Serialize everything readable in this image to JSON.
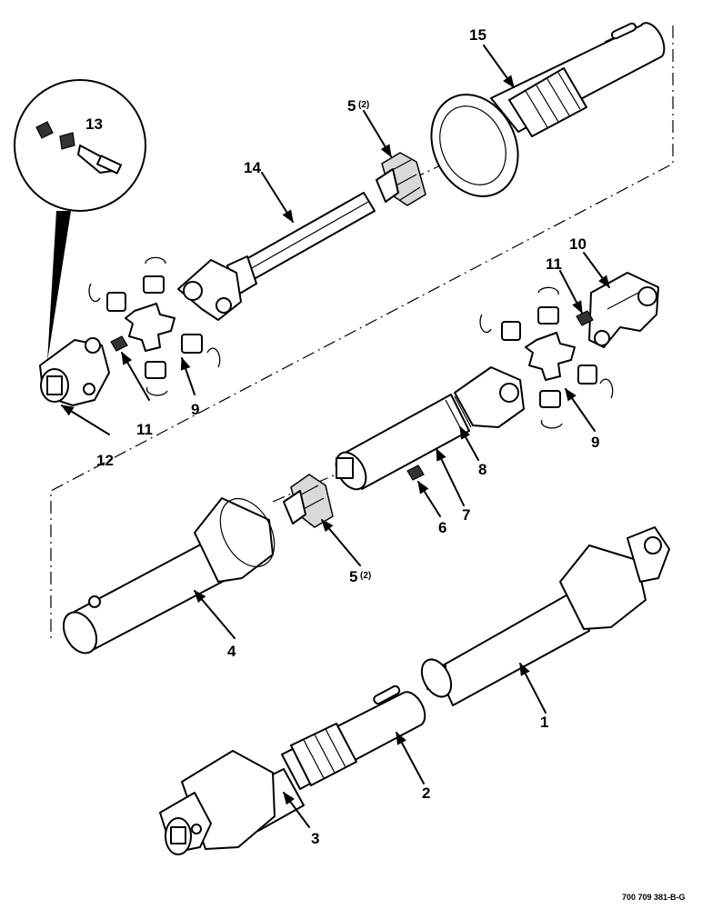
{
  "callouts": [
    {
      "id": "c1",
      "num": "1",
      "sub": ""
    },
    {
      "id": "c2",
      "num": "2",
      "sub": ""
    },
    {
      "id": "c3",
      "num": "3",
      "sub": ""
    },
    {
      "id": "c4",
      "num": "4",
      "sub": ""
    },
    {
      "id": "c5a",
      "num": "5",
      "sub": "(2)"
    },
    {
      "id": "c5b",
      "num": "5",
      "sub": "(2)"
    },
    {
      "id": "c6",
      "num": "6",
      "sub": ""
    },
    {
      "id": "c7",
      "num": "7",
      "sub": ""
    },
    {
      "id": "c8",
      "num": "8",
      "sub": ""
    },
    {
      "id": "c9a",
      "num": "9",
      "sub": ""
    },
    {
      "id": "c9b",
      "num": "9",
      "sub": ""
    },
    {
      "id": "c10",
      "num": "10",
      "sub": ""
    },
    {
      "id": "c11a",
      "num": "11",
      "sub": ""
    },
    {
      "id": "c11b",
      "num": "11",
      "sub": ""
    },
    {
      "id": "c12",
      "num": "12",
      "sub": ""
    },
    {
      "id": "c13",
      "num": "13",
      "sub": ""
    },
    {
      "id": "c14",
      "num": "14",
      "sub": ""
    },
    {
      "id": "c15",
      "num": "15",
      "sub": ""
    }
  ],
  "drawing_ref": "700 709 381-B-G"
}
